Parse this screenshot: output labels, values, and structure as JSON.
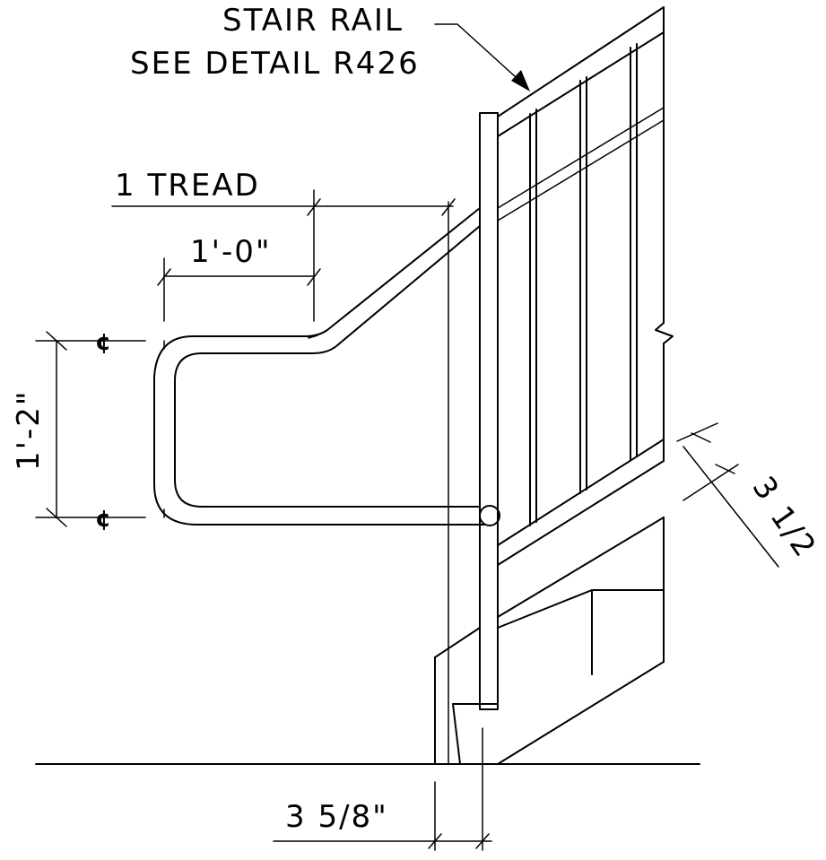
{
  "callouts": {
    "stair_rail_line1": "STAIR RAIL",
    "stair_rail_line2": "SEE DETAIL R426"
  },
  "dimensions": {
    "one_tread": "1 TREAD",
    "one_foot": "1'-0\"",
    "one_foot_two": "1'-2\"",
    "three_half_a": "3",
    "three_half_b": "1/2",
    "three_five_eighths": "3 5/8\""
  },
  "symbols": {
    "centerline": "¢"
  },
  "colors": {
    "line": "#000000",
    "background": "#ffffff"
  }
}
